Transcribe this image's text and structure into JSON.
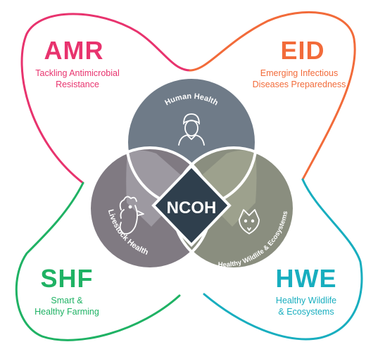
{
  "colors": {
    "amr": "#e8336e",
    "eid": "#f26b3a",
    "shf": "#1fb264",
    "hwe": "#18aebf",
    "human": "#6f7b88",
    "livestock": "#807a82",
    "wildlife": "#8a8e7f",
    "center": "#2f3f4d",
    "overlap_hl": "#a09ca4",
    "overlap_hw": "#9ea38f"
  },
  "quadrants": {
    "amr": {
      "abbr": "AMR",
      "line1": "Tackling Antimicrobial",
      "line2": "Resistance"
    },
    "eid": {
      "abbr": "EID",
      "line1": "Emerging Infectious",
      "line2": "Diseases Preparedness"
    },
    "shf": {
      "abbr": "SHF",
      "line1": "Smart &",
      "line2": "Healthy Farming"
    },
    "hwe": {
      "abbr": "HWE",
      "line1": "Healthy Wildlife",
      "line2": "& Ecosystems"
    }
  },
  "circles": {
    "human": {
      "label": "Human Health",
      "icon": "person-icon"
    },
    "livestock": {
      "label": "Livestock Health",
      "icon": "rooster-icon"
    },
    "wildlife": {
      "label": "Healthy Wildlife & Ecosystems",
      "icon": "fox-icon"
    }
  },
  "center": {
    "label": "NCOH"
  }
}
